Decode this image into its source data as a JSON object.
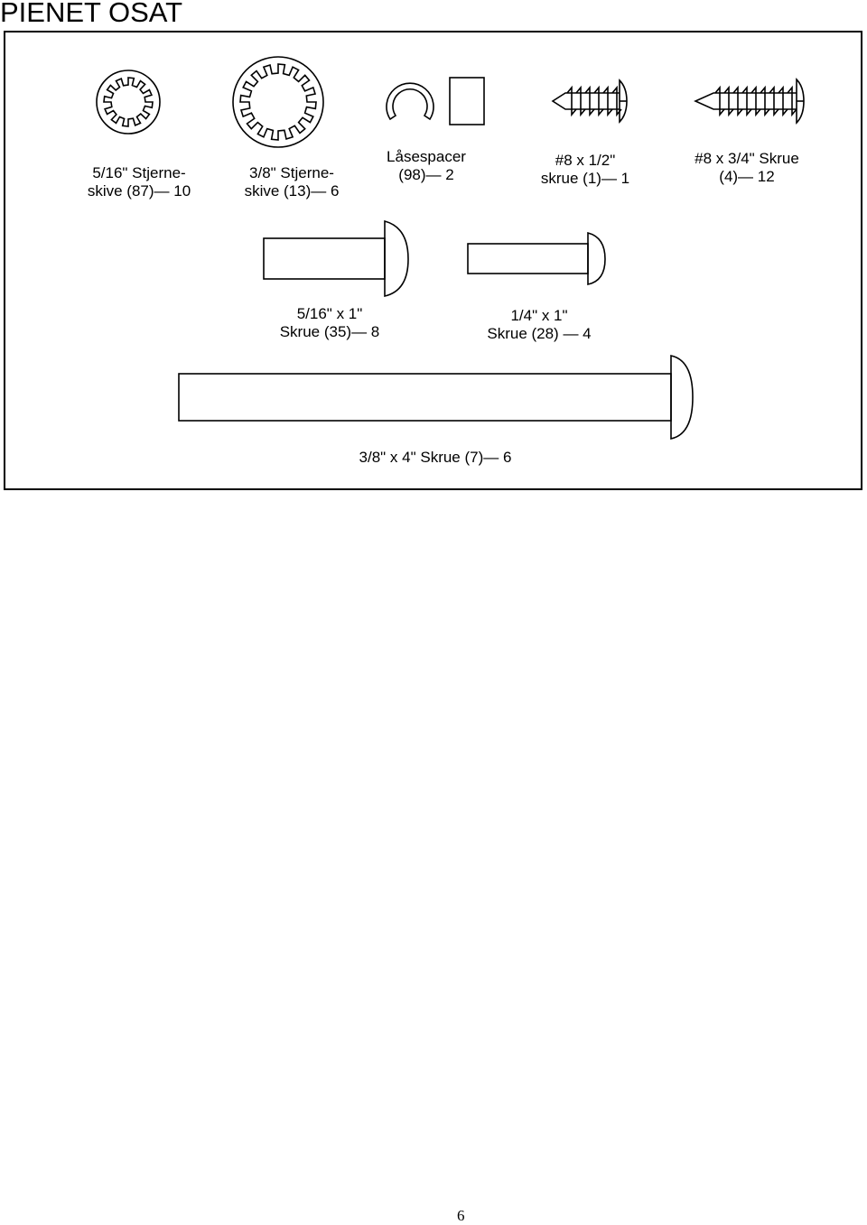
{
  "page": {
    "title": "PIENET OSAT",
    "page_number": "6"
  },
  "parts": {
    "star_washer_5_16": {
      "line1": "5/16\" Stjerne-",
      "line2": "skive (87)— 10"
    },
    "star_washer_3_8": {
      "line1": "3/8\"  Stjerne-",
      "line2": "skive (13)— 6"
    },
    "lock_spacer": {
      "line1": "Låsespacer",
      "line2": "(98)— 2"
    },
    "screw_8_half": {
      "line1": "#8 x 1/2\"",
      "line2": "skrue (1)— 1"
    },
    "screw_8_three_quarter": {
      "line1": "#8 x 3/4\" Skrue",
      "line2": "(4)— 12"
    },
    "bolt_5_16_x_1": {
      "line1": "5/16\" x 1\"",
      "line2": "Skrue (35)— 8"
    },
    "bolt_1_4_x_1": {
      "line1": "1/4\" x 1\"",
      "line2": "Skrue (28) — 4"
    },
    "bolt_3_8_x_4": {
      "line1": "3/8\" x 4\" Skrue  (7)— 6"
    }
  }
}
